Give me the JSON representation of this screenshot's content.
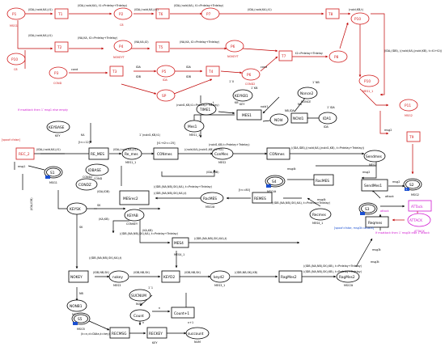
{
  "places": {
    "p1": "P1",
    "p2": "P2",
    "p7": "P7",
    "p8": "P8",
    "p4": "P4",
    "p6": "P6",
    "p3": "P3",
    "p5": "P5",
    "p9": "P9",
    "p10": "P10",
    "p11": "P11",
    "sp": "SP",
    "s1": "S1",
    "s2": "S2",
    "s3": "S3",
    "s4": "S4",
    "s5": "S5",
    "time1": "TIME1",
    "keykb1": "KEYKB1",
    "nonce2": "Nonce2",
    "nold": "NOld",
    "ida1": "IDA1",
    "mes1": "Mes1",
    "keybase": "KEYBASE",
    "idbase": "IDBASE",
    "nonb1": "NONB1",
    "keysk": "KEYSK",
    "keyab": "KEYAB",
    "condz": "CONDZ",
    "nokey": "nokey",
    "keyd2p": "keyd2",
    "ragmes2": "RagMes2",
    "sucnum": "SUCNUM",
    "count": "Count",
    "succount": "succount",
    "sendmes": "Sendmes",
    "conmes": "ConMes",
    "remes": "Re_mes",
    "recmes": "Recmes",
    "racmes": "RacMES"
  },
  "transitions": {
    "t1": "T1",
    "t6": "T6",
    "t8": "T8",
    "t2": "T2",
    "t5": "T5",
    "t7": "T7",
    "t3": "T3",
    "t4": "T4",
    "t9": "T9",
    "mes1t": "MES1",
    "nold1": "NOId1",
    "rec2": "REC_2",
    "remes": "RE_MES",
    "conmes": "CONmes",
    "conmes2": "CONmes",
    "sendmes1": "SendMes1",
    "remest": "REMES",
    "mesrec2": "MESrec2",
    "mes4": "MES4",
    "nokeyt": "NOKEY",
    "keyd2": "KEYD2",
    "ragmes2": "RagMes2",
    "count1": "Count+1",
    "recmsg": "RECMSG",
    "reckey": "RECKEY",
    "reqmes": "Reqmes",
    "attack_t": "ATTack",
    "attack_p": "ATTACK"
  },
  "place_types": {
    "msg1": "MSG1",
    "c8": "C8",
    "nokeyt": "NOKEYT",
    "nokey": "NOKEY",
    "cond": "COND",
    "cond2": "COND2",
    "mes1_1": "MES1_1",
    "msg2": "MSG2",
    "key": "KEY",
    "nonce": "NONCE",
    "no_id": "NO_ID",
    "ida": "IDA",
    "mes2": "MES2",
    "mes3": "MES3",
    "msg4t": "MSG4t",
    "mes4_1": "MES4_1",
    "mes3_1": "MES3_1",
    "num": "NUM",
    "msg3t": "MSG3t",
    "msg5": "MSG5",
    "conkey": "CONKEY",
    "attack": "ATTACK",
    "pmes1_1": "MES1_1"
  },
  "arc_labels": {
    "a1": "(IDA,(nold,KA),t1)",
    "a2": "(IDA,(nold,KA),t1)",
    "a3": "(IDA,(nold,KA),t1)",
    "a4": "(IDA,(nold,KA), t1=Prdelay+Trdelay)",
    "a5": "(IDA,(nold,KA), t1=Prdelay+Trdelay)",
    "a6": "(IDA,(nold,KA), t1=Prdelay+Trdelay)",
    "a7": "(IDA,(nold,KA),t1)",
    "a8": "(IDA,(nold,KA),t1)",
    "a9": "(nold,KB,t)",
    "a10": "(IDA,(nold,KA),t1=Prdelay+Trdelay)",
    "a11": "(NA,KA, t2=Prdelay+Trdelay)",
    "a12": "(NA,KA,t2)",
    "a13": "(NA,KA,t2)",
    "a14": "(NA,KA, t2=Prdelay+Trdelay)",
    "a15": "t2=Prdelay+Trdelay",
    "a16": "t2",
    "a17": "(IDA,(IDB), ((nold,KA),(nold,KB), t=t1+t2))",
    "a18": "cond",
    "a19": "cond",
    "a20": "IDA",
    "a21": "IDB",
    "a22": "IDA",
    "a23": "IDB",
    "a24": "cond",
    "a25": "(nold1,KB,t1=Prdelay+Trdelay)",
    "a26": "1`0",
    "a27": "1`KB",
    "a28": "1`NB",
    "a29": "t",
    "a30": "KB",
    "a31": "nold1",
    "a32": "NB",
    "a33": "NB,IDA",
    "a34": "1`IDA",
    "a35": "IDA",
    "a36": "1`(nold1,KB,t1)",
    "a37": "(nold1,KB,t=Prdelay+Trdelay)",
    "a38": "KA",
    "a39": "[t<=12]",
    "a40": "(IDA,(nold,KA),t1)",
    "a41": "(IDA,(nold,KA),t1)",
    "a42": "[t1+t2<=25]",
    "a43": "((nold,KA),(nold1,KB),t1+t2)",
    "a44": "((IDA,IDB),((nold,KA),(nold1,KB), t=Prdelay+Trdelay))",
    "a45": "msg2",
    "a46": "msg2",
    "a47": "msg2",
    "a48": "(IDA,IDB)",
    "a49": "[spoof=false]",
    "a50": "msg1",
    "a51": "If msattack then 1`msg1 else empty",
    "a52": "(IDA,IDB)",
    "a53": "(IDA,IDB)",
    "a54": "((IDB,(NA,NB),SK),KA), t=Prdelay+Trdelay)",
    "a55": "((IDB,(NA,NB),SK),KA), t=Prdelay+Trdelay)",
    "a56": "((IDB,(NA,NB),SK),KA),t)",
    "a57": "[t<=80]",
    "a58": "((IDB,(NA,NB),SK),KA), t=Prdelay+Trdelay)",
    "a59": "msg4t",
    "a60": "msg4t",
    "a61": "SK",
    "a62": "SK",
    "a63": "(KA,KB)",
    "a64": "((IDB,(NA,NB),SK),KA), t=Prdelay+Trdelay)",
    "a65": "(KA,KB)",
    "a66": "((IDB,(NA,NB),SK),KA),t)",
    "a67": "((IDB,(NA,NB),SK),KA),t)",
    "a68": "((IDB,(NA,NB),SK),KB), t=Prdelay+Trdelay)",
    "a69": "((IDB,(NA,NB),SK),KB), t=Prdelay+Trdelay)",
    "a70": "((IDB,NB,SK),KB)",
    "a71": "(IDB,NB,SK)",
    "a72": "(IDB,NB,SK)",
    "a73": "(IDB,NB,SK)",
    "a74": "NB",
    "a75": "1`1",
    "a76": "n",
    "a77": "n+1",
    "a78": "(k=n,d=DAta,k=key)",
    "a79": "n",
    "a80": "[spoof=false, msg3t=attack]",
    "a81": "If msattack then 1`msg3t else 1`attack",
    "a82": "msg3t",
    "a83": "msg3t",
    "a84": "attack",
    "a85": "attack",
    "a86": "IDB",
    "a87": "(IDA,IDB)",
    "a88": "1`1"
  },
  "markers": {
    "s1": "1",
    "s2": "1",
    "s3": "1",
    "s4": "1",
    "s5": "1",
    "time1": "1",
    "keykb1": "1",
    "nonce2": "1",
    "ida1": "1",
    "sucnum": "1"
  }
}
